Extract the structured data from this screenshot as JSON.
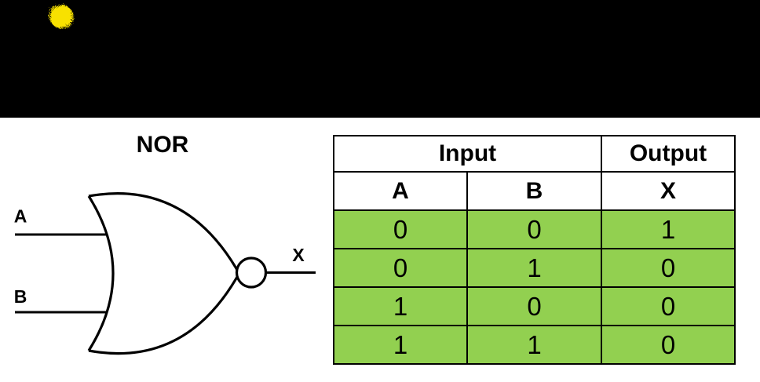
{
  "banner": {
    "sun_icon_color": "#F8E105",
    "background_color": "#000000"
  },
  "diagram": {
    "title": "NOR",
    "gate_type": "NOR",
    "inputs": [
      {
        "label": "A"
      },
      {
        "label": "B"
      }
    ],
    "output": {
      "label": "X"
    }
  },
  "truth_table": {
    "header_groups": [
      {
        "label": "Input",
        "colspan": 2
      },
      {
        "label": "Output",
        "colspan": 1
      }
    ],
    "columns": [
      "A",
      "B",
      "X"
    ],
    "rows": [
      [
        "0",
        "0",
        "1"
      ],
      [
        "0",
        "1",
        "0"
      ],
      [
        "1",
        "0",
        "0"
      ],
      [
        "1",
        "1",
        "0"
      ]
    ]
  },
  "colors": {
    "row-green": "#92D050",
    "table-border": "#000000",
    "banner-black": "#000000",
    "sun-yellow": "#F8E105"
  }
}
